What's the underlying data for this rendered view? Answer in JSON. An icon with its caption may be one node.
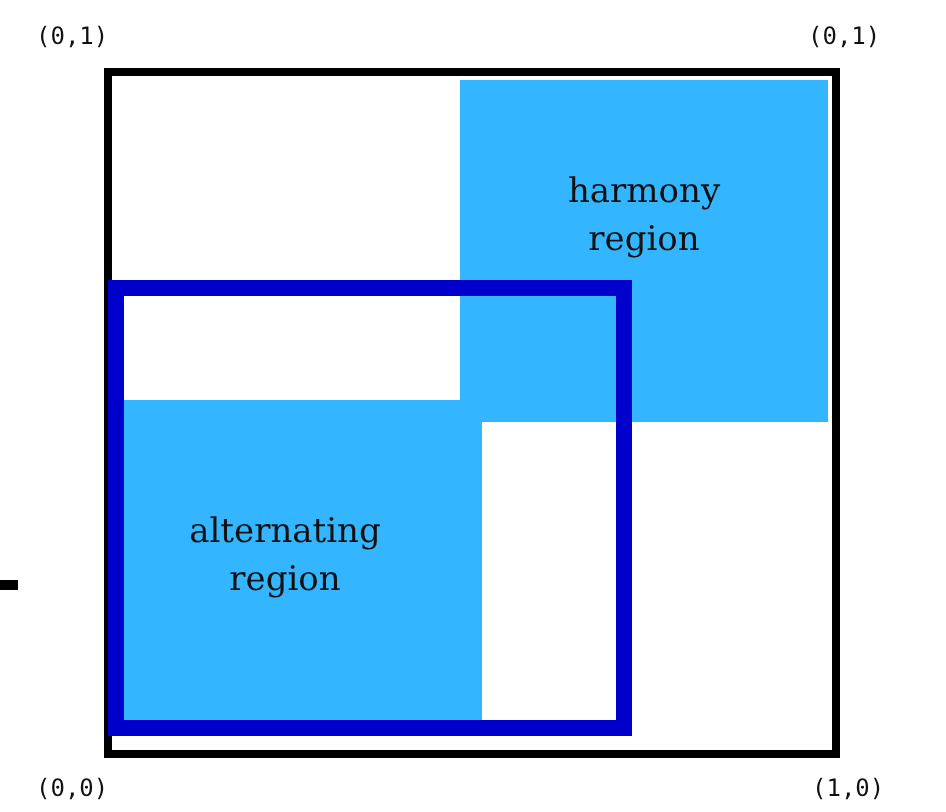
{
  "diagram": {
    "nodes": [
      {
        "text": [],
        "shape": "box"
      },
      {
        "text": [
          "harmony region"
        ],
        "in": 0
      },
      {
        "text": [],
        "shape": "box",
        "in": 0
      },
      {
        "text": [
          "alternating region"
        ],
        "in": 2
      }
    ],
    "labels": [
      "(0,1)",
      "(0,1)",
      "(0,0)",
      "(1,0)"
    ]
  }
}
